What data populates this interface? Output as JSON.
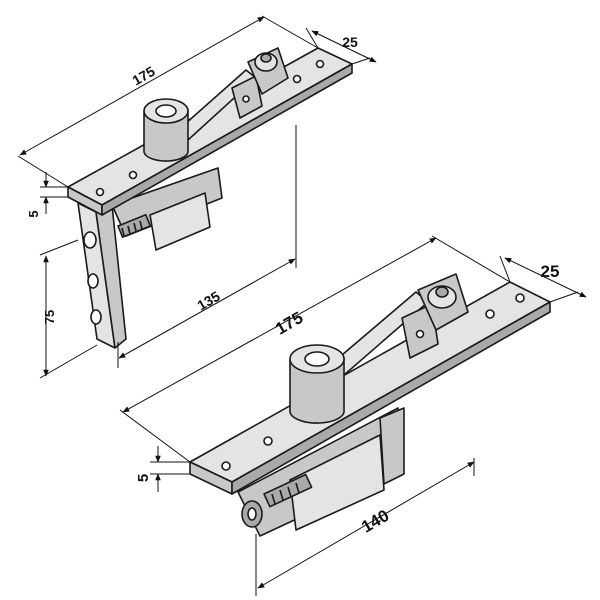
{
  "colors": {
    "metal_light": "#e4e4e4",
    "metal_mid": "#c8c8c8",
    "metal_dark": "#a9a9a9",
    "outline": "#1a1a1a",
    "dimension": "#111111"
  },
  "upper_pivot": {
    "dim_length": "175",
    "dim_width": "25",
    "dim_thickness": "5",
    "dim_height": "75",
    "dim_base": "135"
  },
  "lower_pivot": {
    "dim_length": "175",
    "dim_width": "25",
    "dim_thickness": "5",
    "dim_base": "140"
  }
}
